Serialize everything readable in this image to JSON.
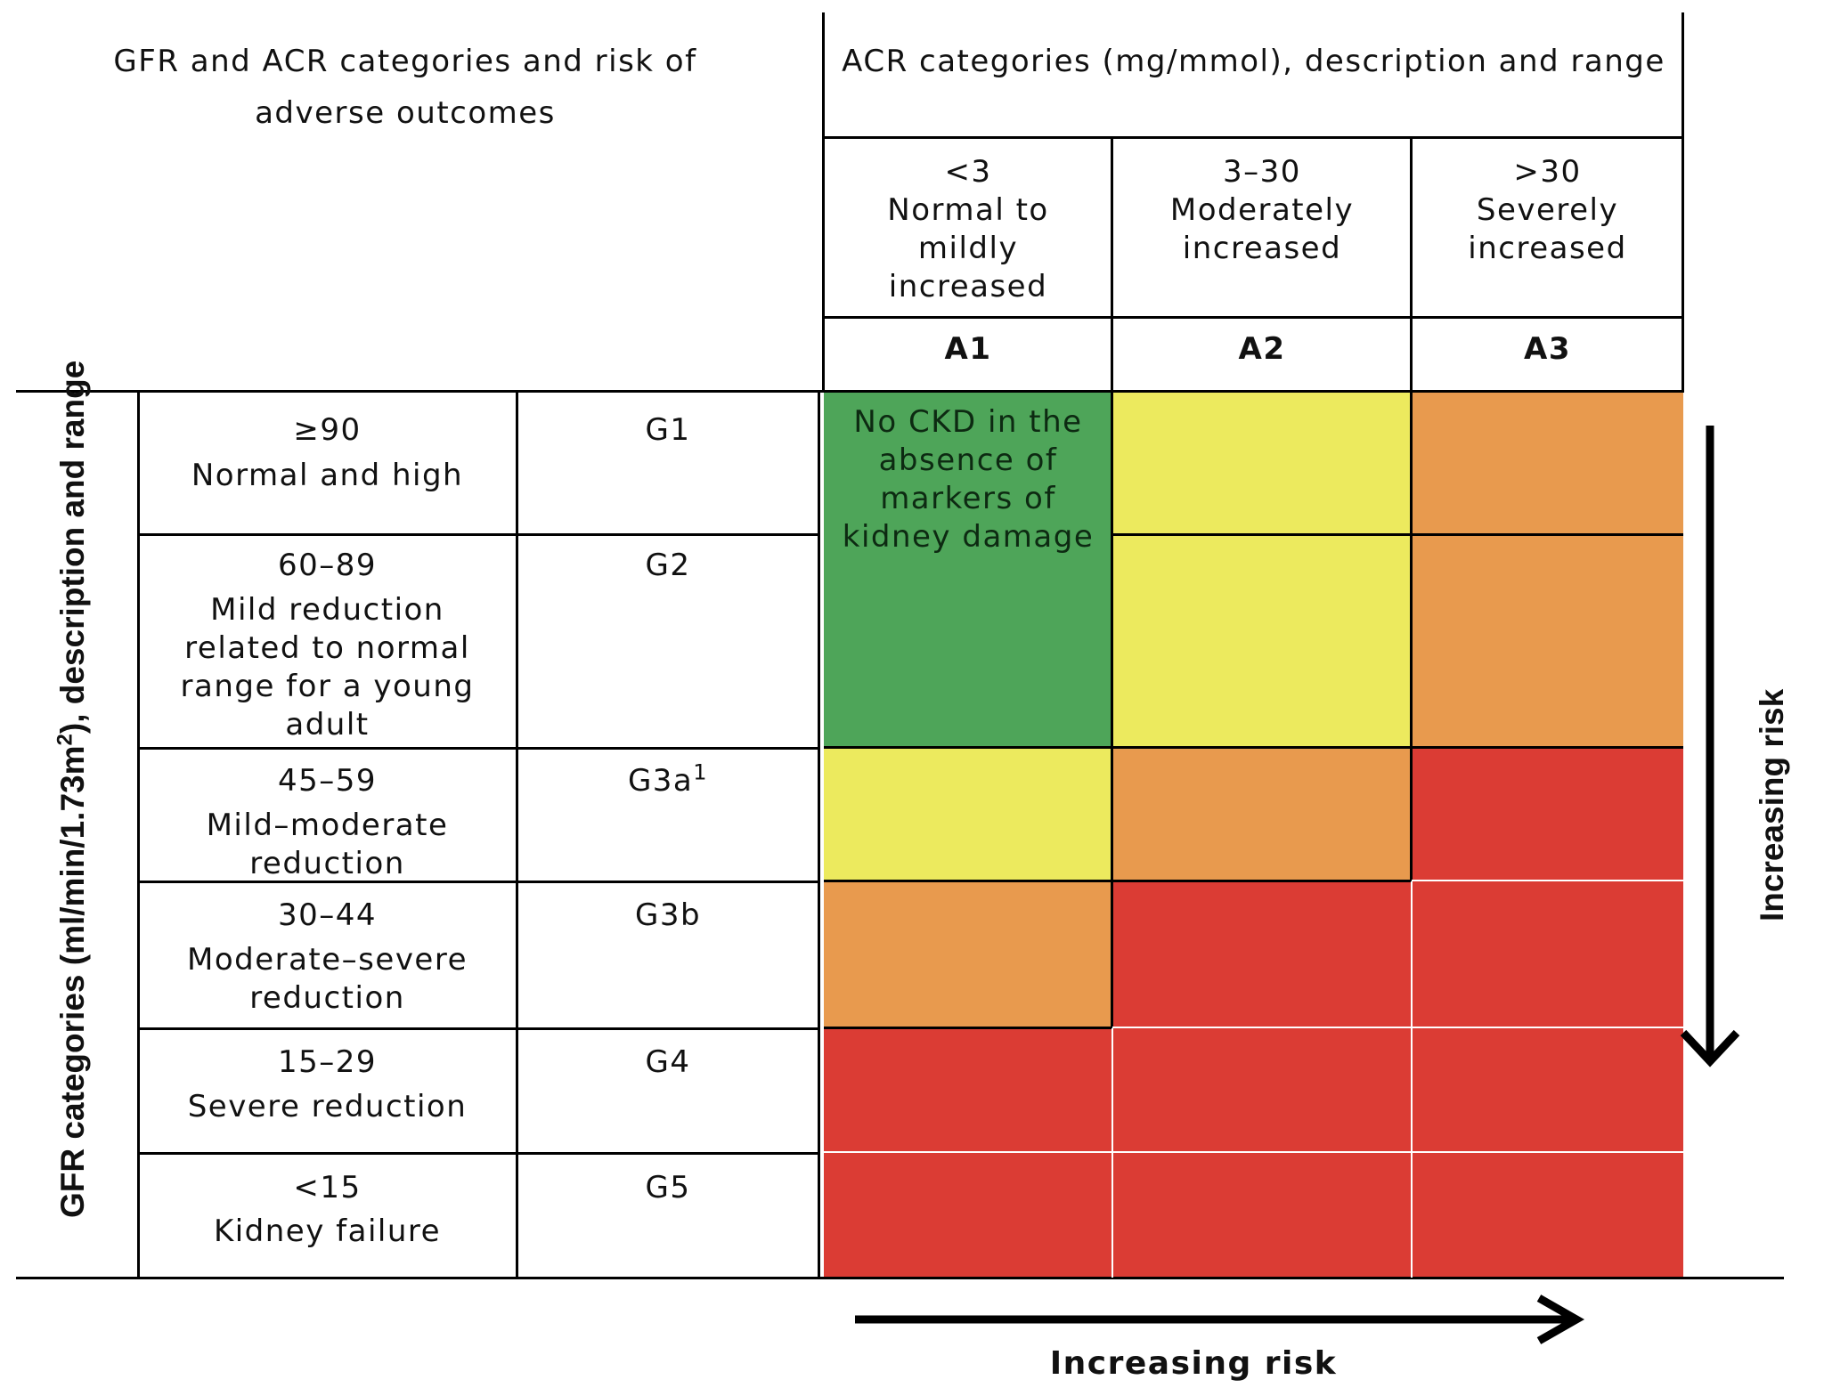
{
  "header": {
    "top_left": "GFR and ACR categories and risk of adverse outcomes",
    "acr_title": "ACR categories (mg/mmol), description and range"
  },
  "acr_columns": [
    {
      "range": "<3",
      "description": "Normal to mildly increased",
      "code": "A1"
    },
    {
      "range": "3–30",
      "description": "Moderately increased",
      "code": "A2"
    },
    {
      "range": ">30",
      "description": "Severely increased",
      "code": "A3"
    }
  ],
  "gfr_axis_label": {
    "prefix": "GFR categories (ml/min/1.73m",
    "superscript": "2",
    "suffix": "), description and range"
  },
  "gfr_rows": [
    {
      "range": "≥90",
      "description": "Normal and high",
      "code": "G1",
      "code_sup": "",
      "risk": [
        "green",
        "yellow",
        "orange"
      ]
    },
    {
      "range": "60–89",
      "description": "Mild reduction related to normal range for a young adult",
      "code": "G2",
      "code_sup": "",
      "risk": [
        "green",
        "yellow",
        "orange"
      ]
    },
    {
      "range": "45–59",
      "description": "Mild–moderate reduction",
      "code": "G3a",
      "code_sup": "1",
      "risk": [
        "yellow",
        "orange",
        "red"
      ]
    },
    {
      "range": "30–44",
      "description": "Moderate–severe reduction",
      "code": "G3b",
      "code_sup": "",
      "risk": [
        "orange",
        "red",
        "red"
      ]
    },
    {
      "range": "15–29",
      "description": "Severe reduction",
      "code": "G4",
      "code_sup": "",
      "risk": [
        "red",
        "red",
        "red"
      ]
    },
    {
      "range": "<15",
      "description": "Kidney failure",
      "code": "G5",
      "code_sup": "",
      "risk": [
        "red",
        "red",
        "red"
      ]
    }
  ],
  "no_ckd_note": "No CKD in the absence of markers of kidney damage",
  "risk_arrows": {
    "vertical_label": "Increasing risk",
    "horizontal_label": "Increasing risk"
  },
  "colors": {
    "green": "#4ea559",
    "yellow": "#ecea5e",
    "orange": "#e89a4e",
    "red": "#db3c34"
  }
}
